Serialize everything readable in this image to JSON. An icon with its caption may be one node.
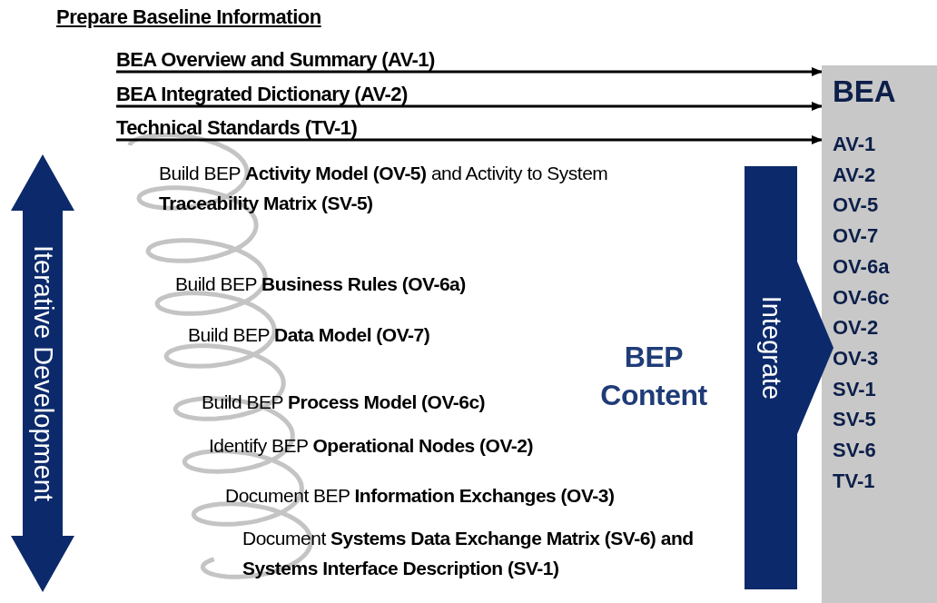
{
  "diagram": {
    "title": "Prepare Baseline Information",
    "nodes": [
      {
        "text": [
          "BEA Overview and Summary (AV-1)"
        ]
      },
      {
        "text": [
          "BEA Integrated Dictionary (AV-2)"
        ]
      },
      {
        "text": [
          "Technical Standards (TV-1)"
        ]
      },
      {
        "text": [
          "Iterative Development"
        ]
      },
      {
        "text": [
          "Integrate"
        ]
      },
      {
        "text": [
          "BEA",
          "AV-1",
          "AV-2",
          "OV-5",
          "OV-7",
          "OV-6a",
          "OV-6c",
          "OV-2",
          "OV-3",
          "SV-1",
          "SV-5",
          "SV-6",
          "TV-1"
        ]
      }
    ],
    "edges": [
      {
        "from": 0,
        "to": 5,
        "arrow": "to"
      },
      {
        "from": 1,
        "to": 5,
        "arrow": "to"
      },
      {
        "from": 2,
        "to": 5,
        "arrow": "to"
      }
    ],
    "labels": [
      "Build BEP **Activity Model (OV-5)** and Activity to System **Traceability Matrix (SV-5)**",
      "Build BEP **Business Rules (OV-6a)**",
      "Build BEP **Data Model (OV-7)**",
      "BEP Content",
      "Build BEP **Process Model (OV-6c)**",
      "Identify BEP **Operational Nodes (OV-2)**",
      "Document BEP **Information Exchanges (OV-3)**",
      "Document **Systems Data Exchange Matrix (SV-6) and Systems Interface Description (SV-1)**"
    ]
  }
}
